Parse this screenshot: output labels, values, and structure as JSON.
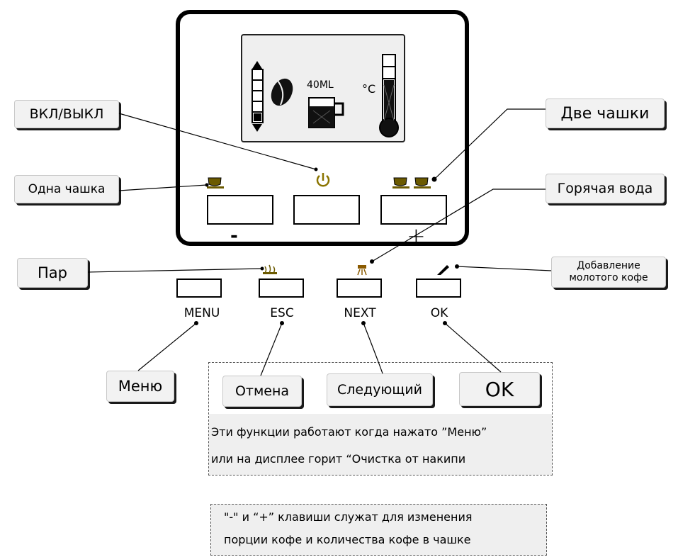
{
  "lcd": {
    "volume": "40ML",
    "temp_unit": "°C"
  },
  "callouts": {
    "power": "ВКЛ/ВЫКЛ",
    "two_cups": "Две чашки",
    "one_cup": "Одна чашка",
    "hot_water": "Горячая вода",
    "steam": "Пар",
    "ground_coffee_line1": "Добавление",
    "ground_coffee_line2": "молотого кофе",
    "menu": "Меню",
    "cancel": "Отмена",
    "next": "Следующий",
    "ok": "OK"
  },
  "keys": {
    "minus": "-",
    "plus": "+",
    "menu": "MENU",
    "esc": "ESC",
    "next": "NEXT",
    "ok": "OK"
  },
  "notes": {
    "functions_line1": "Эти функции работают когда нажато ”Меню”",
    "functions_line2": "или на дисплее горит “Очистка от накипи",
    "plusminus_line1": "\"-\" и “+” клавиши служат для изменения",
    "plusminus_line2": "порции кофе и количества кофе в чашке"
  }
}
